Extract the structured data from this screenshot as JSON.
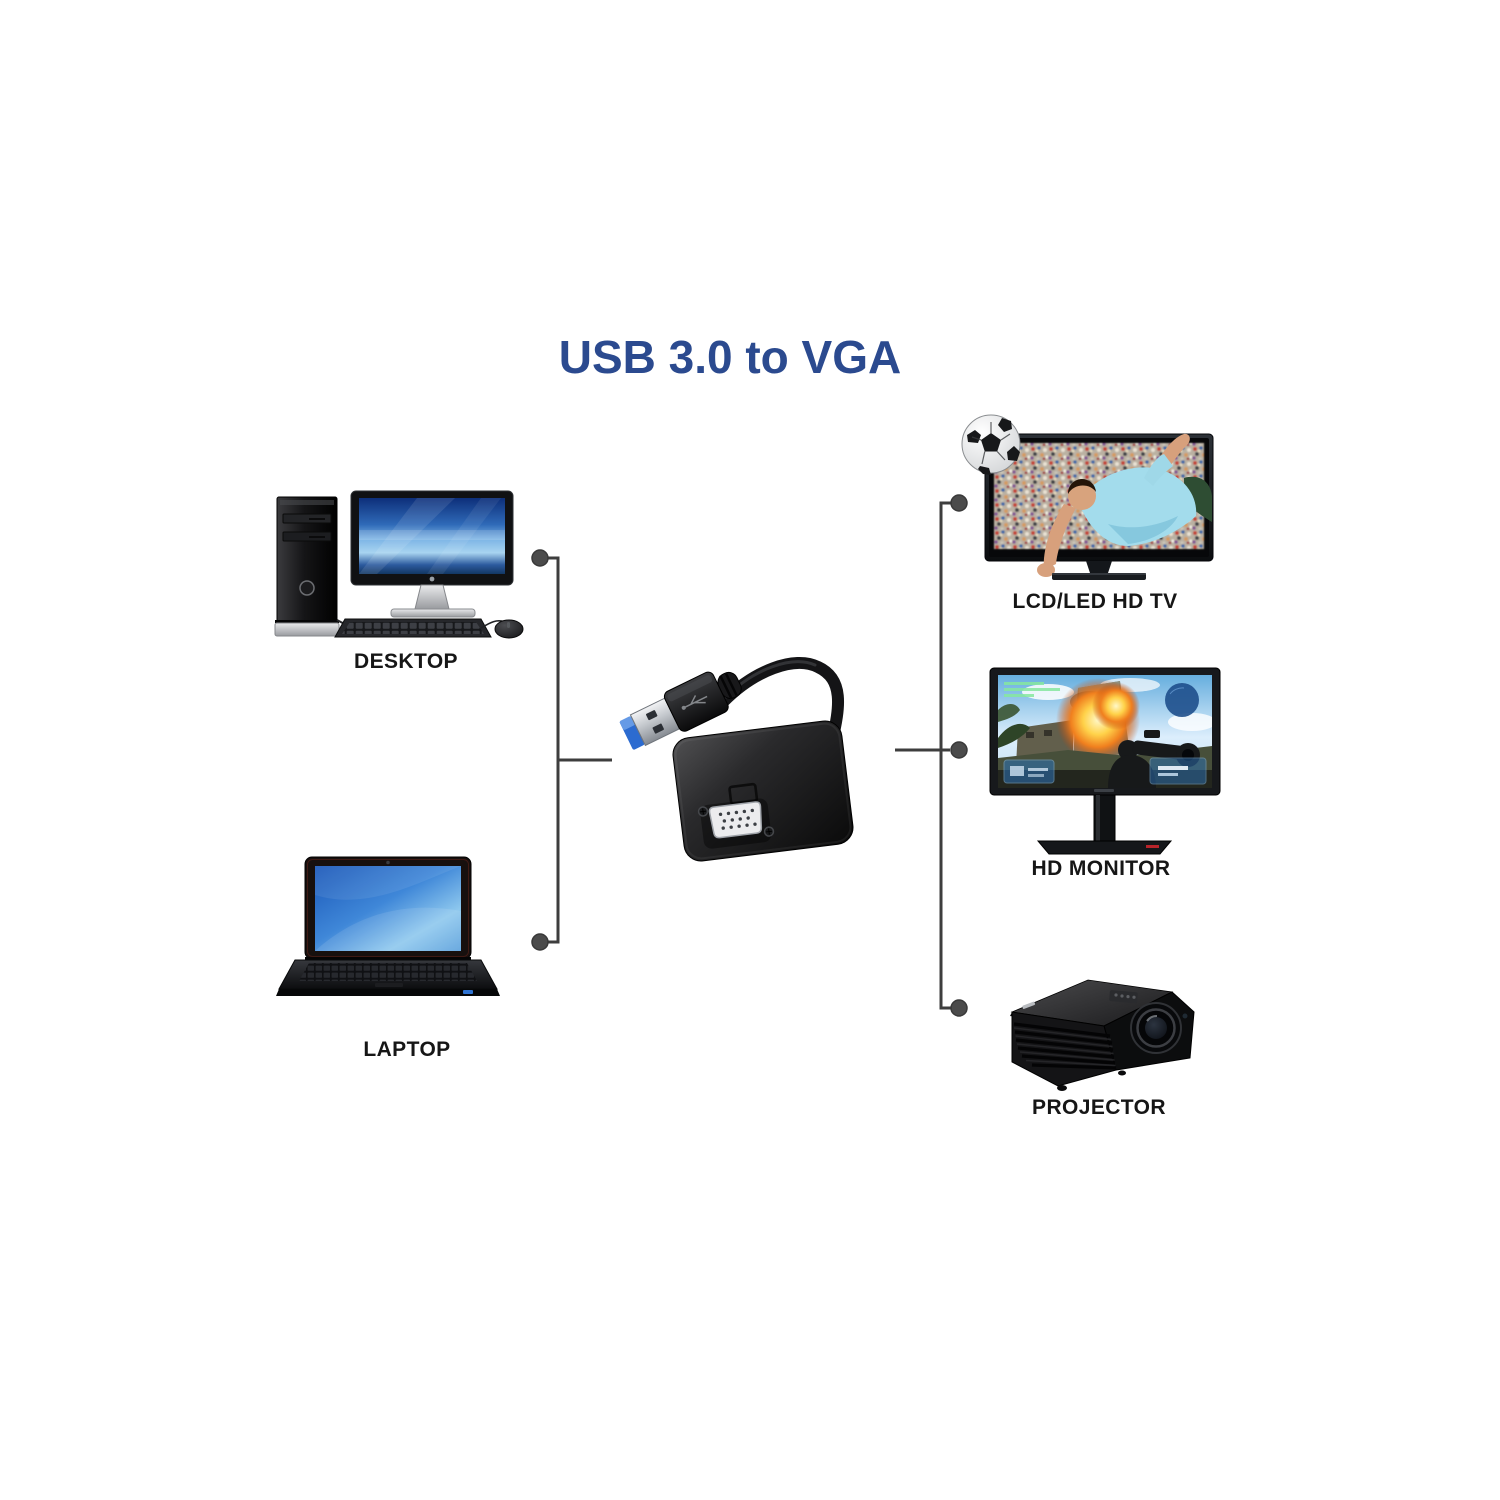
{
  "title": {
    "text": "USB 3.0 to VGA"
  },
  "labels": {
    "desktop": "DESKTOP",
    "laptop": "LAPTOP",
    "tv": "LCD/LED HD TV",
    "monitor": "HD MONITOR",
    "projector": "PROJECTOR"
  },
  "colors": {
    "background": "#ffffff",
    "title_text": "#2b4a8f",
    "label_text": "#161616",
    "connector_line": "#3e3e3e",
    "connector_node": "#4b4b4b",
    "usb3_blue": "#2c6bd0"
  },
  "icons": {
    "adapter": "usb-3-0-to-vga-adapter-photo",
    "desktop": "desktop-pc-photo",
    "laptop": "laptop-photo",
    "tv": "lcd-led-hd-tv-photo",
    "monitor": "hd-monitor-photo",
    "projector": "projector-photo"
  }
}
